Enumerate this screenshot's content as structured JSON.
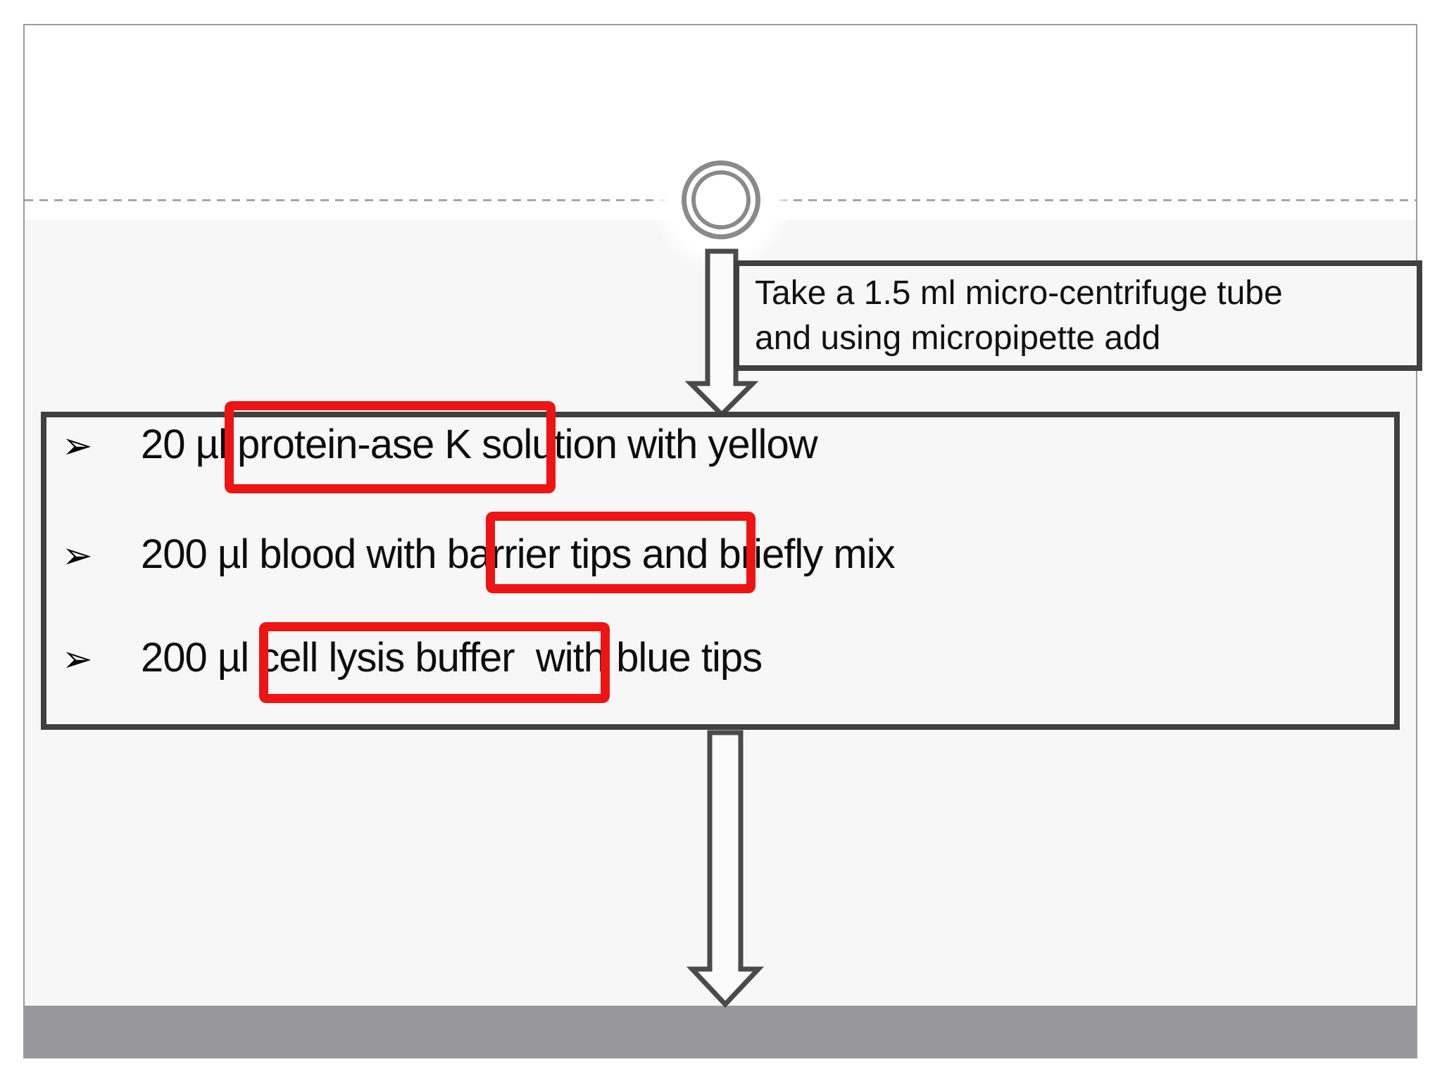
{
  "callout": {
    "line1": "Take a 1.5 ml micro-centrifuge tube",
    "line2": "and using micropipette add"
  },
  "bullets": [
    {
      "marker": "➢",
      "text": "20 µl protein-ase K solution with yellow"
    },
    {
      "marker": "➢",
      "text": "200 µl blood with barrier tips and briefly mix"
    },
    {
      "marker": "➢",
      "text": "200 µl cell lysis buffer  with blue tips"
    }
  ],
  "highlighted_phrases": [
    "protein-ase K solution",
    "barrier tips and",
    "cell lysis buffer"
  ],
  "colors": {
    "highlight_red": "#ee1414",
    "box_border_dark": "#404040",
    "connector_ring_gray": "#8a8a8a",
    "arrow_outline_gray": "#4a4a4a",
    "bottom_bar_gray": "#98989a",
    "content_background": "#f7f7f8",
    "dashed_line_gray": "#a6a6a6"
  }
}
